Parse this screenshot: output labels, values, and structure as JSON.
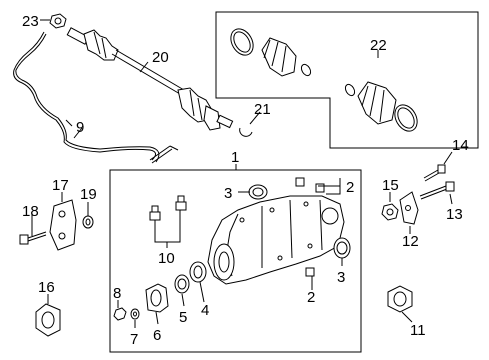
{
  "diagram": {
    "callouts": [
      {
        "id": "c1",
        "label": "1"
      },
      {
        "id": "c2a",
        "label": "2"
      },
      {
        "id": "c2b",
        "label": "2"
      },
      {
        "id": "c3a",
        "label": "3"
      },
      {
        "id": "c3b",
        "label": "3"
      },
      {
        "id": "c4",
        "label": "4"
      },
      {
        "id": "c5",
        "label": "5"
      },
      {
        "id": "c6",
        "label": "6"
      },
      {
        "id": "c7",
        "label": "7"
      },
      {
        "id": "c8",
        "label": "8"
      },
      {
        "id": "c9",
        "label": "9"
      },
      {
        "id": "c10",
        "label": "10"
      },
      {
        "id": "c11",
        "label": "11"
      },
      {
        "id": "c12",
        "label": "12"
      },
      {
        "id": "c13",
        "label": "13"
      },
      {
        "id": "c14",
        "label": "14"
      },
      {
        "id": "c15",
        "label": "15"
      },
      {
        "id": "c16",
        "label": "16"
      },
      {
        "id": "c17",
        "label": "17"
      },
      {
        "id": "c18",
        "label": "18"
      },
      {
        "id": "c19",
        "label": "19"
      },
      {
        "id": "c20",
        "label": "20"
      },
      {
        "id": "c21",
        "label": "21"
      },
      {
        "id": "c22",
        "label": "22"
      },
      {
        "id": "c23",
        "label": "23"
      }
    ]
  }
}
